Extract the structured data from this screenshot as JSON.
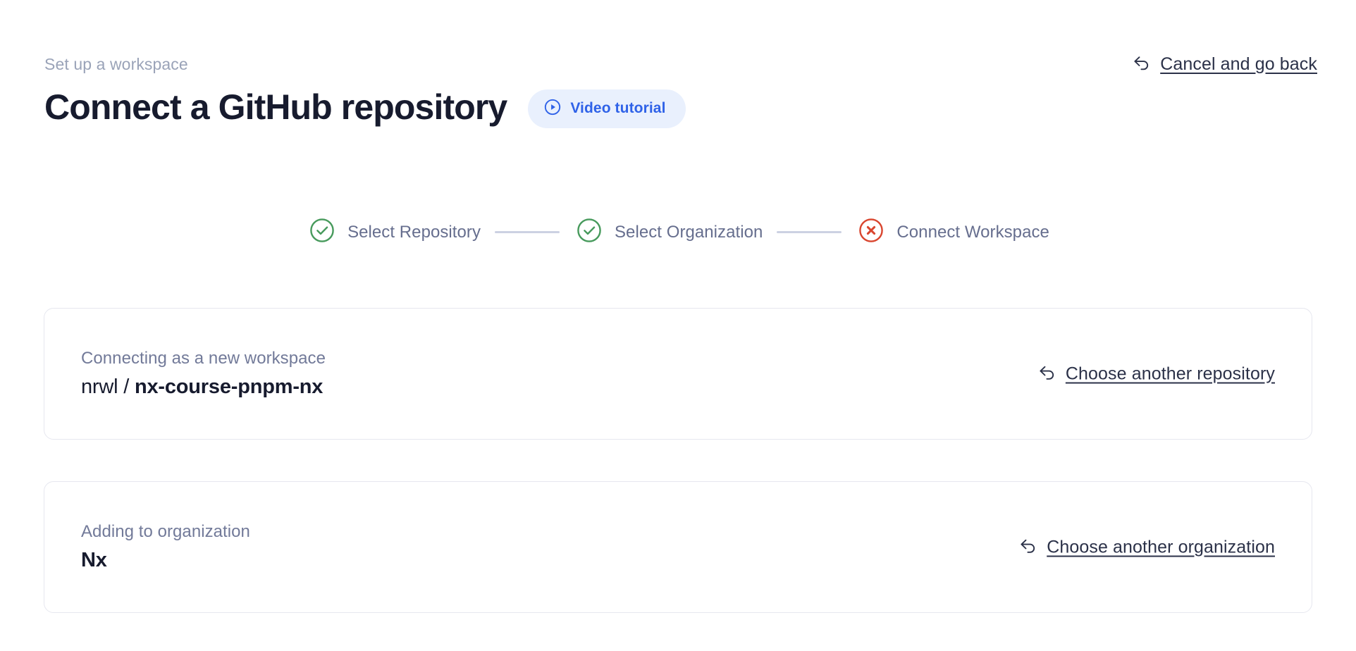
{
  "header": {
    "breadcrumb": "Set up a workspace",
    "title": "Connect a GitHub repository",
    "video_badge": {
      "label": "Video tutorial",
      "icon": "play-circle-icon",
      "bg_color": "#e9f0fd",
      "text_color": "#2f62e8"
    },
    "cancel": {
      "label": "Cancel and go back",
      "icon": "back-arrow-icon"
    }
  },
  "stepper": {
    "steps": [
      {
        "label": "Select Repository",
        "state": "complete",
        "icon": "check-circle-icon",
        "color": "#479a5c"
      },
      {
        "label": "Select Organization",
        "state": "complete",
        "icon": "check-circle-icon",
        "color": "#479a5c"
      },
      {
        "label": "Connect Workspace",
        "state": "error",
        "icon": "x-circle-icon",
        "color": "#d9452e"
      }
    ],
    "connector_color": "#ccd1e2",
    "label_color": "#666e8e"
  },
  "cards": [
    {
      "caption": "Connecting as a new workspace",
      "value_owner": "nrwl / ",
      "value_name": "nx-course-pnpm-nx",
      "action": {
        "label": "Choose another repository",
        "icon": "back-arrow-icon"
      }
    },
    {
      "caption": "Adding to organization",
      "value_name": "Nx",
      "action": {
        "label": "Choose another organization",
        "icon": "back-arrow-icon"
      }
    }
  ]
}
